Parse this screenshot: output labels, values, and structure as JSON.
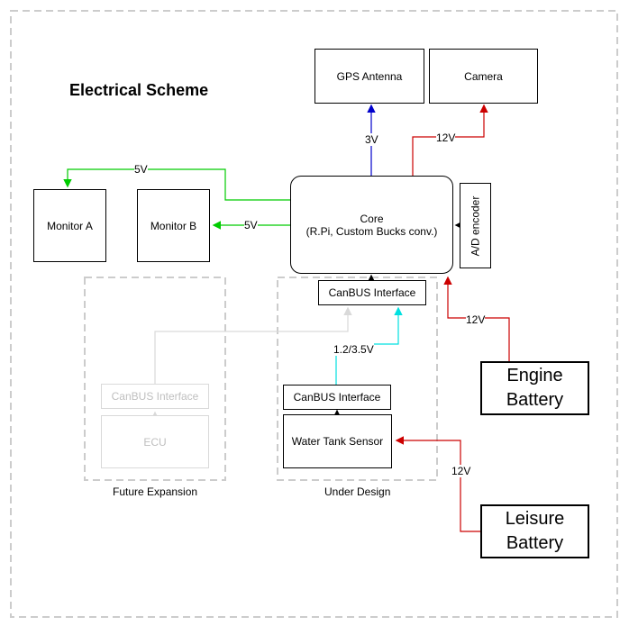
{
  "title": "Electrical Scheme",
  "nodes": {
    "gps": "GPS Antenna",
    "camera": "Camera",
    "core_line1": "Core",
    "core_line2": "(R.Pi, Custom Bucks conv.)",
    "ad_encoder": "A/D encoder",
    "monitor_a": "Monitor A",
    "monitor_b": "Monitor B",
    "canbus_core": "CanBUS Interface",
    "canbus_sensor": "CanBUS Interface",
    "water_tank": "Water Tank Sensor",
    "canbus_future": "CanBUS Interface",
    "ecu": "ECU",
    "engine_battery_line1": "Engine",
    "engine_battery_line2": "Battery",
    "leisure_battery_line1": "Leisure",
    "leisure_battery_line2": "Battery"
  },
  "groups": {
    "future": "Future Expansion",
    "under_design": "Under Design"
  },
  "edge_labels": {
    "gps": "3V",
    "camera": "12V",
    "monitor_a": "5V",
    "monitor_b": "5V",
    "canbus": "1.2/3.5V",
    "engine": "12V",
    "leisure": "12V"
  },
  "colors": {
    "blue": "#0000cc",
    "red": "#cc0000",
    "green": "#00cc00",
    "cyan": "#00e0e0",
    "grey": "#d9d9d9",
    "black": "#000000"
  }
}
